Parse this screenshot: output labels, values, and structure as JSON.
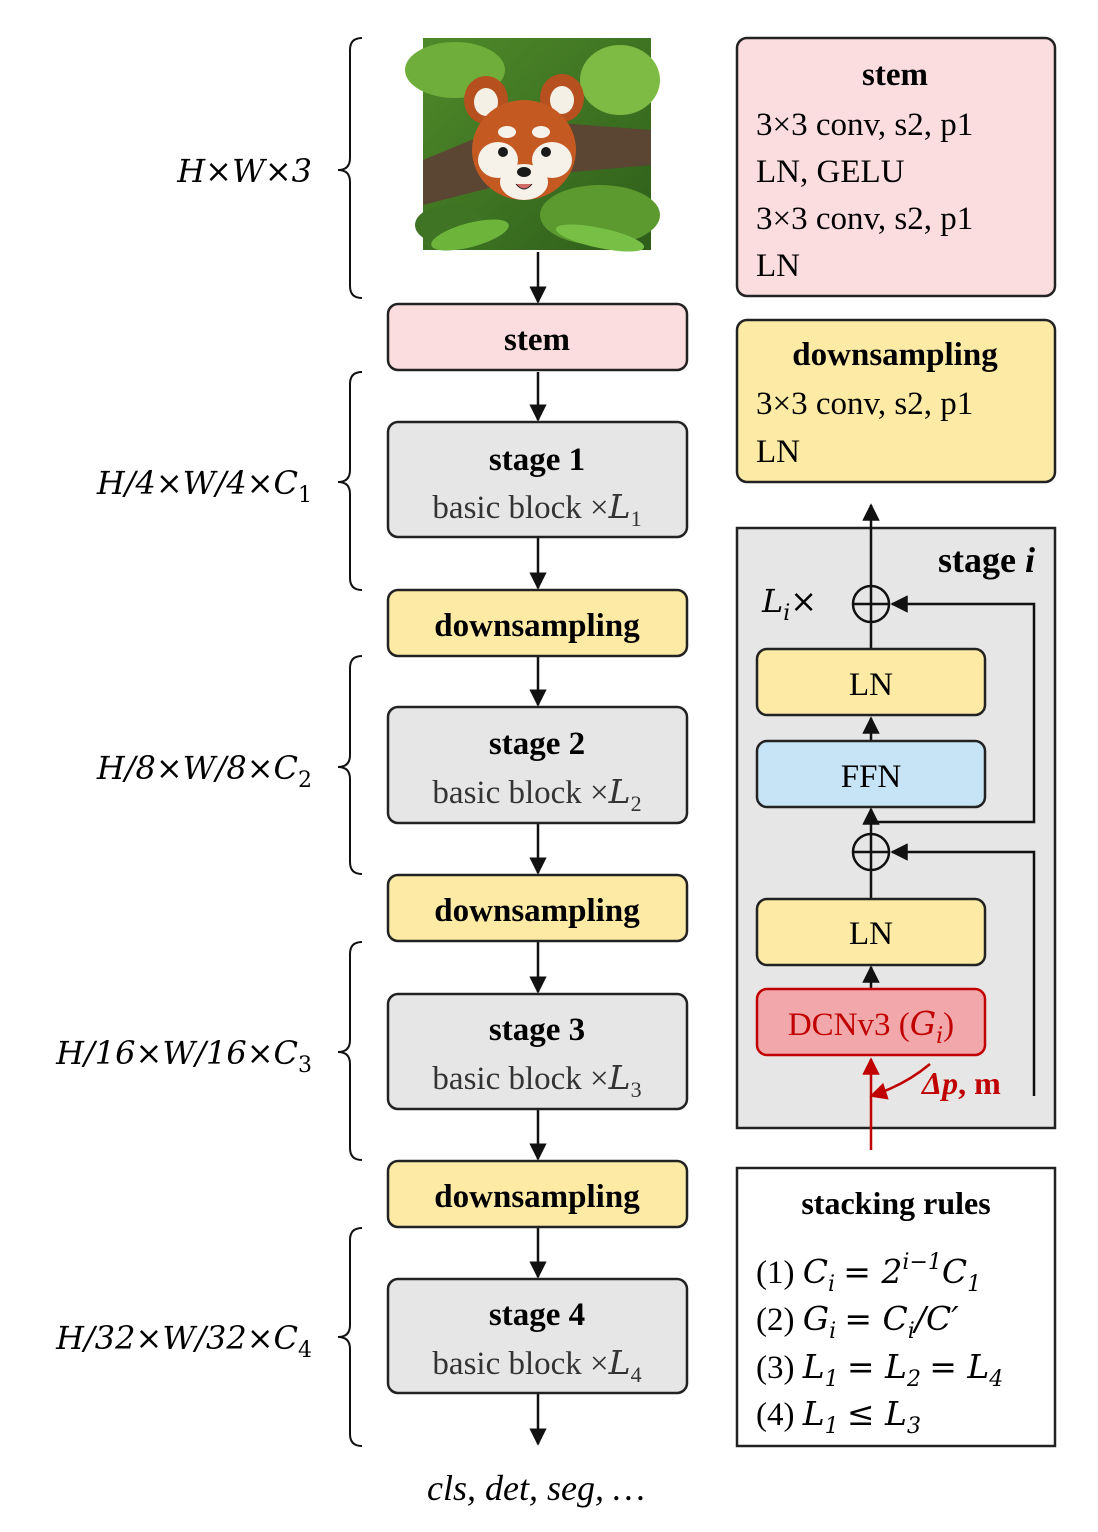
{
  "colors": {
    "stem": "#fbdde0",
    "downsampling": "#fdeaa5",
    "stage": "#e6e6e6",
    "ffn": "#c7e4f6",
    "dcn_fill": "#f2a7ab",
    "dcn_text": "#c00000",
    "outline": "#222222"
  },
  "input_image": {
    "icon": "red-panda-photo"
  },
  "pipeline": {
    "stem_label": "stem",
    "downsampling_label": "downsampling",
    "stages": [
      {
        "title": "stage 1",
        "block_text": "basic block ×",
        "block_var": "L",
        "block_sub": "1"
      },
      {
        "title": "stage 2",
        "block_text": "basic block ×",
        "block_var": "L",
        "block_sub": "2"
      },
      {
        "title": "stage 3",
        "block_text": "basic block ×",
        "block_var": "L",
        "block_sub": "3"
      },
      {
        "title": "stage 4",
        "block_text": "basic block ×",
        "block_var": "L",
        "block_sub": "4"
      }
    ],
    "output_text": "cls, det, seg, …"
  },
  "resolutions": [
    {
      "text": "H×W×3"
    },
    {
      "text": "H/4×W/4×C",
      "sub": "1"
    },
    {
      "text": "H/8×W/8×C",
      "sub": "2"
    },
    {
      "text": "H/16×W/16×C",
      "sub": "3"
    },
    {
      "text": "H/32×W/32×C",
      "sub": "4"
    }
  ],
  "stem_detail": {
    "title": "stem",
    "lines": [
      "3×3 conv, s2, p1",
      "LN, GELU",
      "3×3 conv, s2, p1",
      "LN"
    ]
  },
  "downsampling_detail": {
    "title": "downsampling",
    "lines": [
      "3×3 conv, s2, p1",
      "LN"
    ]
  },
  "stage_detail": {
    "title_word": "stage",
    "title_var": "i",
    "repeat_var": "L",
    "repeat_sub": "i",
    "repeat_times": "×",
    "ln_label": "LN",
    "ffn_label": "FFN",
    "dcn_label": "DCNv3 (",
    "dcn_var": "G",
    "dcn_sub": "i",
    "dcn_close": ")",
    "offset_label": "Δp",
    "mask_label": ", m"
  },
  "stacking_rules": {
    "title": "stacking rules",
    "rules": [
      {
        "num": "(1)",
        "lhs": "C",
        "lhs_sub": "i",
        "rhs": "= 2",
        "sup": "i−1",
        "rhs2": "C",
        "rhs2_sub": "1"
      },
      {
        "num": "(2)",
        "lhs": "G",
        "lhs_sub": "i",
        "rhs": "= C",
        "rhs_sub": "i",
        "rhs2": "/C′"
      },
      {
        "num": "(3)",
        "lhs": "L",
        "lhs_sub": "1",
        "rhs": "= L",
        "rhs_sub": "2",
        "rhs2": "= L",
        "rhs2_sub": "4"
      },
      {
        "num": "(4)",
        "lhs": "L",
        "lhs_sub": "1",
        "rhs": "≤ L",
        "rhs_sub": "3"
      }
    ]
  }
}
